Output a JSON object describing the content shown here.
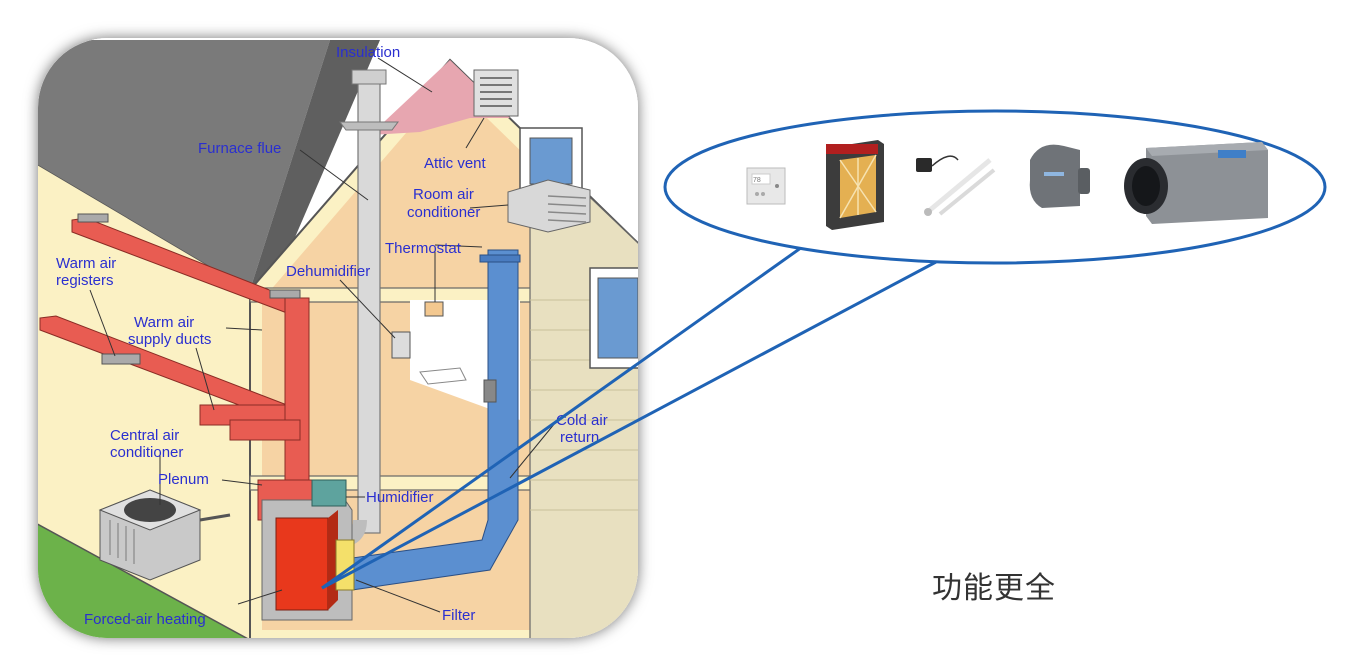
{
  "diagram": {
    "labels": {
      "insulation": "Insulation",
      "furnace_flue": "Furnace flue",
      "attic_vent": "Attic vent",
      "room_ac_1": "Room air",
      "room_ac_2": "conditioner",
      "thermostat": "Thermostat",
      "dehumidifier": "Dehumidifier",
      "warm_air_registers_1": "Warm air",
      "warm_air_registers_2": "registers",
      "warm_air_supply_1": "Warm air",
      "warm_air_supply_2": "supply ducts",
      "central_ac_1": "Central air",
      "central_ac_2": "conditioner",
      "plenum": "Plenum",
      "humidifier": "Humidifier",
      "cold_air_return_1": "Cold air",
      "cold_air_return_2": "return",
      "forced_air_heating": "Forced-air heating",
      "filter": "Filter"
    },
    "thermostat_reading": "78"
  },
  "tagline": "功能更全",
  "colors": {
    "callout_outline": "#1f63b5",
    "warm_duct": "#e85c52",
    "cold_duct": "#5b8fd0",
    "label_text": "#2a2fd0",
    "roof": "#7a7a7a",
    "wall": "#fbf1c4",
    "interior": "#f6d3a4",
    "grass": "#6cb24a",
    "furnace": "#e8381c"
  },
  "products": [
    {
      "name": "thermostat"
    },
    {
      "name": "air-filter-cabinet"
    },
    {
      "name": "uv-lamp"
    },
    {
      "name": "humidifier"
    },
    {
      "name": "dehumidifier"
    }
  ]
}
